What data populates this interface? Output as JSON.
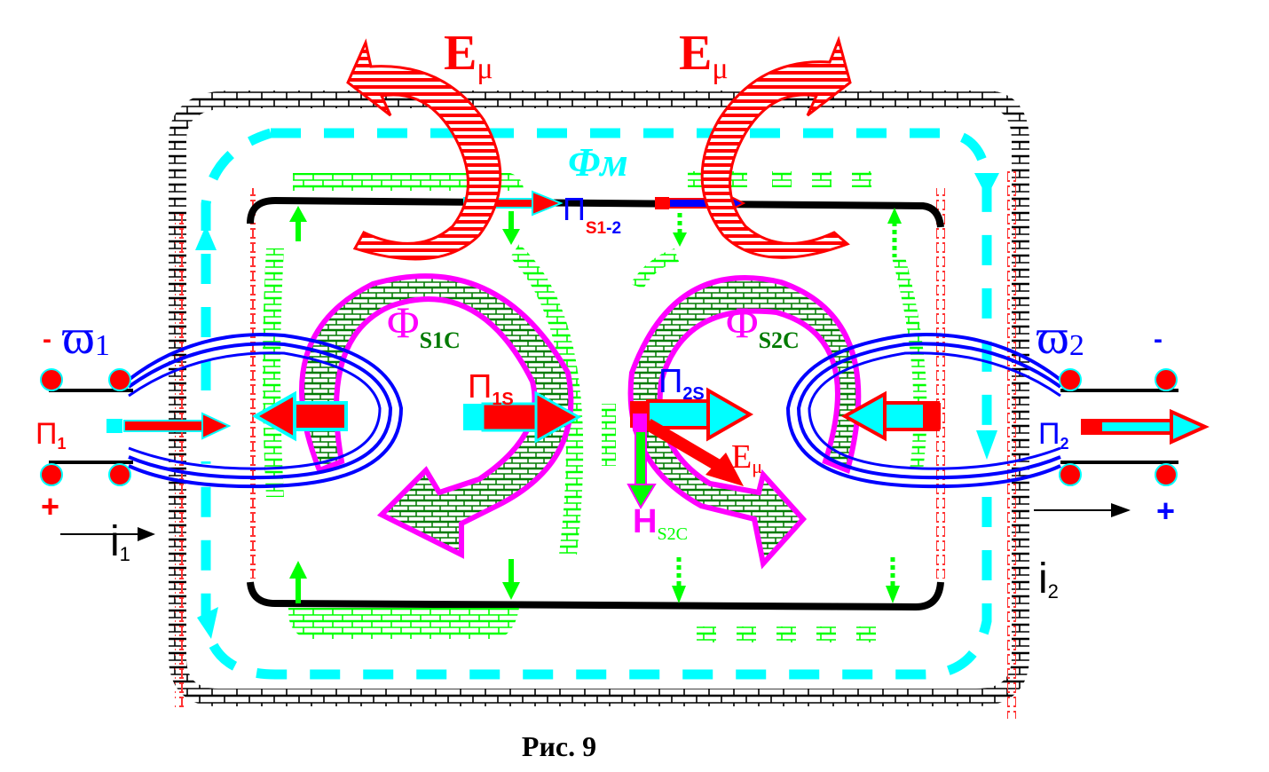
{
  "figure": {
    "caption": "Рис. 9"
  },
  "labels": {
    "e_mu_left": {
      "main": "E",
      "sub": "μ"
    },
    "e_mu_right": {
      "main": "E",
      "sub": "μ"
    },
    "e_mu_center": {
      "main": "E",
      "sub": "μ"
    },
    "phi_m": "Φм",
    "pi_s12": {
      "main": "П",
      "sub_a": "S1",
      "sub_b": "-2"
    },
    "phi_s1c": {
      "main": "Φ",
      "sub": "S1C"
    },
    "phi_s2c": {
      "main": "Φ",
      "sub": "S2C"
    },
    "pi_1s": {
      "main": "П",
      "sub": "1S"
    },
    "pi_2s": {
      "main": "П",
      "sub": "2S"
    },
    "h_s2c": {
      "main": "H",
      "sub": "S2C"
    },
    "omega_1": {
      "main": "ϖ",
      "sub": "1"
    },
    "omega_2": {
      "main": "ϖ",
      "sub": "2"
    },
    "pi_1": {
      "main": "П",
      "sub": "1"
    },
    "pi_2": {
      "main": "П",
      "sub": "2"
    },
    "i_1": {
      "main": "i",
      "sub": "1"
    },
    "i_2": {
      "main": "i",
      "sub": "2"
    },
    "left_minus": "-",
    "left_plus": "+",
    "right_minus": "-",
    "right_plus": "+"
  },
  "colors": {
    "red": "#ff0000",
    "cyan": "#00ffff",
    "blue": "#0000ff",
    "magenta": "#ff00ff",
    "green": "#00ff00",
    "dark_green": "#007a00",
    "black": "#000000"
  }
}
